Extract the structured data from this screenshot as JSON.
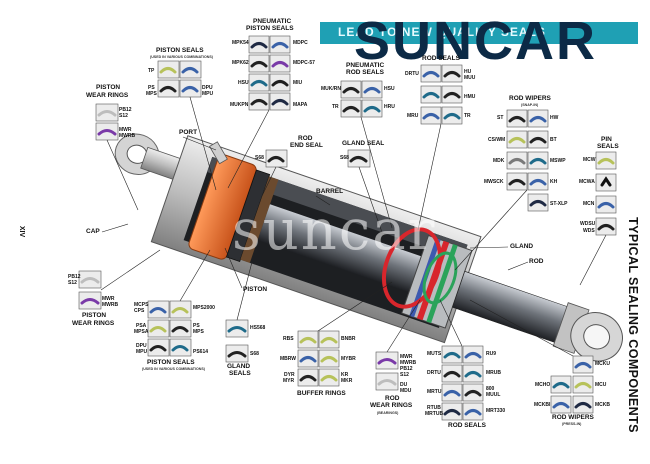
{
  "brand": {
    "logo": "SUNCAR",
    "banner": "LEAD TO NEW QUALITY SEALS",
    "watermark": "suncar",
    "colors": {
      "logo": "#0c2a46",
      "banner": "#1fa0b4",
      "piston": "#f07a3a",
      "rod_seal_ring": "#d8262c",
      "glide": "#2aa35a"
    }
  },
  "side_title": "TYPICAL SEALING COMPONENTS",
  "axis_label": "XIV",
  "part_labels": {
    "port": "PORT",
    "barrel": "BARREL",
    "cap": "CAP",
    "piston": "PISTON",
    "gland": "GLAND",
    "rod": "ROD"
  },
  "groups": {
    "pneumatic_piston": {
      "title_1": "PNEUMATIC",
      "title_2": "PISTON SEALS",
      "codes": [
        "MPK54",
        "MDPC",
        "MPK62",
        "MDPC-57",
        "HSU",
        "MIU",
        "MUKPN",
        "MAPA"
      ]
    },
    "piston_seals_top": {
      "title": "PISTON SEALS",
      "note": "(USED IN VARIOUS COMBINATIONS)",
      "codes": [
        "TP",
        "PS",
        "MPS",
        "DPU",
        "MPU"
      ]
    },
    "piston_wear_top": {
      "title_1": "PISTON",
      "title_2": "WEAR RINGS",
      "codes": [
        "PB12",
        "S12",
        "MWR",
        "MWRB"
      ]
    },
    "rod_end": {
      "title_1": "ROD",
      "title_2": "END SEAL",
      "codes": [
        "S68"
      ]
    },
    "gland_top": {
      "title": "GLAND SEAL",
      "codes": [
        "S68"
      ]
    },
    "pneumatic_rod": {
      "title_1": "PNEUMATIC",
      "title_2": "ROD SEALS",
      "codes": [
        "MUK/RN",
        "HSU",
        "TR",
        "HRU"
      ]
    },
    "rod_seals_top": {
      "title": "ROD SEALS",
      "codes": [
        "DRTU",
        "HU",
        "MUU",
        "HMU",
        "MRU",
        "TR"
      ]
    },
    "rod_wipers": {
      "title": "ROD WIPERS",
      "note": "(SNAP-IN)",
      "codes": [
        "ST",
        "HW",
        "CS/WM",
        "BT",
        "MDK",
        "MSWP",
        "MWSCK",
        "KH",
        "ST-XLP"
      ]
    },
    "pin_seals": {
      "title_1": "PIN",
      "title_2": "SEALS",
      "codes": [
        "MCW",
        "MCWA",
        "MCN",
        "WDSU",
        "WDS"
      ]
    },
    "piston_wear_bottom": {
      "title_1": "PISTON",
      "title_2": "WEAR RINGS",
      "codes": [
        "PB12",
        "S12",
        "MWR",
        "MWRB"
      ]
    },
    "piston_seals_bottom": {
      "title": "PISTON SEALS",
      "note": "(USED IN VARIOUS COMBINATIONS)",
      "codes": [
        "MCPS",
        "CPS",
        "MPS2000",
        "PSA",
        "MPSA",
        "DPU",
        "MPU",
        "PS",
        "MPS",
        "PS614"
      ]
    },
    "gland_bottom": {
      "title_1": "GLAND",
      "title_2": "SEALS",
      "codes": [
        "HS568",
        "S68"
      ]
    },
    "buffer_rings": {
      "title": "BUFFER RINGS",
      "codes": [
        "RBS",
        "BNBR",
        "MBRW",
        "MYBR",
        "DYR",
        "MYR",
        "KR",
        "MKR"
      ]
    },
    "rod_wear_rings": {
      "title_1": "ROD",
      "title_2": "WEAR RINGS",
      "note": "(BEARINGS)",
      "codes": [
        "MWR",
        "MWRB",
        "PB12",
        "S12",
        "DU",
        "MDU"
      ]
    },
    "rod_seals_bottom": {
      "title": "ROD SEALS",
      "codes": [
        "MUTS",
        "RU9",
        "DRTU",
        "MRUB",
        "MRTU",
        "800",
        "MUUL",
        "RTUB",
        "MRTUB",
        "MRT330"
      ]
    },
    "rod_wipers_press": {
      "title": "ROD WIPERS",
      "note": "(PRESS-IN)",
      "codes": [
        "MCKU",
        "MCHO",
        "MCU",
        "MCKBI",
        "MCKB"
      ]
    }
  }
}
